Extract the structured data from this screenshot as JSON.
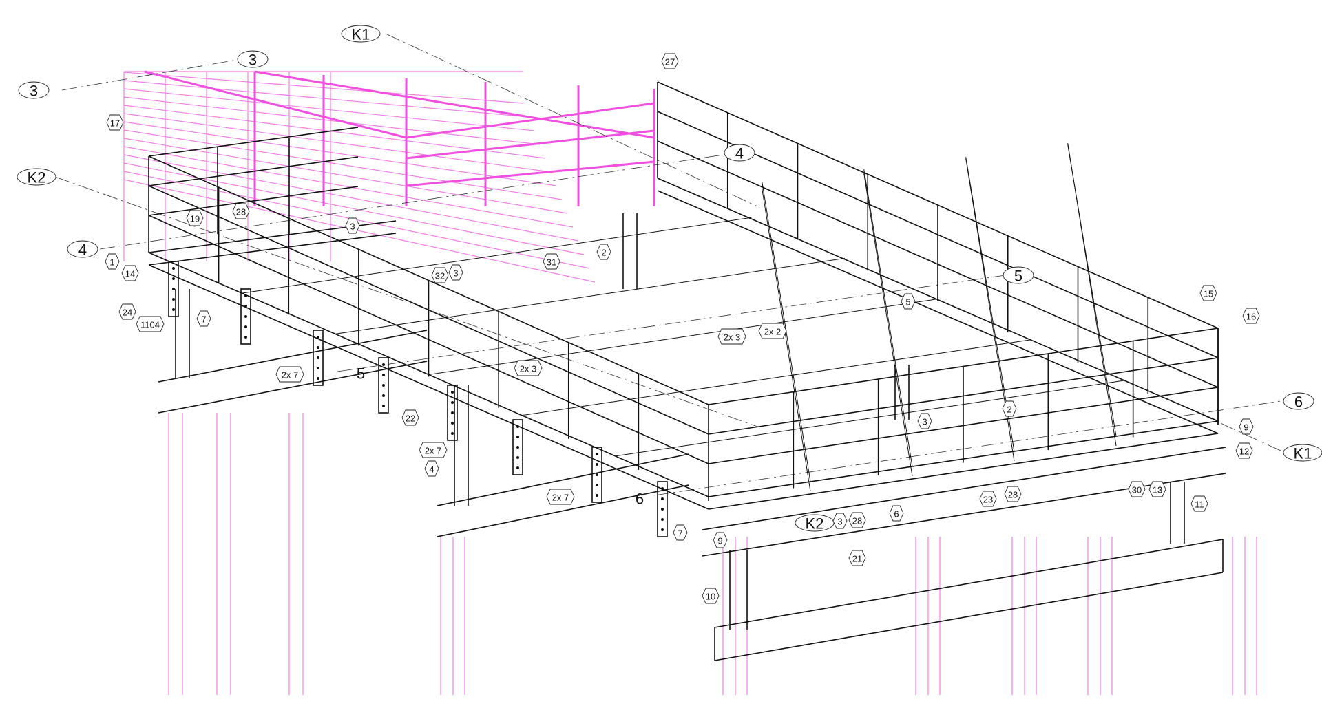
{
  "colors": {
    "structure": "#111111",
    "existing_structure": "#f07ee8",
    "background": "#ffffff"
  },
  "labels": [
    {
      "text": "K1",
      "shape": "oval"
    },
    {
      "text": "3",
      "shape": "oval"
    },
    {
      "text": "3",
      "shape": "oval"
    },
    {
      "text": "27",
      "shape": "hex"
    },
    {
      "text": "17",
      "shape": "hex"
    },
    {
      "text": "K2",
      "shape": "oval"
    },
    {
      "text": "4",
      "shape": "oval"
    },
    {
      "text": "4",
      "shape": "oval"
    },
    {
      "text": "19",
      "shape": "hex"
    },
    {
      "text": "28",
      "shape": "hex"
    },
    {
      "text": "3",
      "shape": "hex"
    },
    {
      "text": "2",
      "shape": "hex"
    },
    {
      "text": "31",
      "shape": "hex"
    },
    {
      "text": "32",
      "shape": "hex"
    },
    {
      "text": "3",
      "shape": "hex"
    },
    {
      "text": "1",
      "shape": "hex"
    },
    {
      "text": "14",
      "shape": "hex"
    },
    {
      "text": "24",
      "shape": "hex"
    },
    {
      "text": "1104",
      "shape": "hex"
    },
    {
      "text": "7",
      "shape": "hex"
    },
    {
      "text": "5",
      "shape": "oval"
    },
    {
      "text": "5",
      "shape": "hex"
    },
    {
      "text": "15",
      "shape": "hex"
    },
    {
      "text": "16",
      "shape": "hex"
    },
    {
      "text": "2x 2",
      "shape": "hex"
    },
    {
      "text": "2x 3",
      "shape": "hex"
    },
    {
      "text": "2x 3",
      "shape": "hex"
    },
    {
      "text": "2x 7",
      "shape": "hex"
    },
    {
      "text": "5",
      "shape": "plain"
    },
    {
      "text": "22",
      "shape": "hex"
    },
    {
      "text": "2x 7",
      "shape": "hex"
    },
    {
      "text": "4",
      "shape": "hex"
    },
    {
      "text": "2",
      "shape": "hex"
    },
    {
      "text": "3",
      "shape": "hex"
    },
    {
      "text": "6",
      "shape": "oval"
    },
    {
      "text": "9",
      "shape": "hex"
    },
    {
      "text": "K1",
      "shape": "oval"
    },
    {
      "text": "12",
      "shape": "hex"
    },
    {
      "text": "30",
      "shape": "hex"
    },
    {
      "text": "13",
      "shape": "hex"
    },
    {
      "text": "28",
      "shape": "hex"
    },
    {
      "text": "23",
      "shape": "hex"
    },
    {
      "text": "2x 7",
      "shape": "hex"
    },
    {
      "text": "6",
      "shape": "plain"
    },
    {
      "text": "7",
      "shape": "hex"
    },
    {
      "text": "9",
      "shape": "hex"
    },
    {
      "text": "K2",
      "shape": "oval"
    },
    {
      "text": "3",
      "shape": "hex"
    },
    {
      "text": "28",
      "shape": "hex"
    },
    {
      "text": "6",
      "shape": "hex"
    },
    {
      "text": "11",
      "shape": "hex"
    },
    {
      "text": "21",
      "shape": "hex"
    },
    {
      "text": "10",
      "shape": "hex"
    }
  ]
}
